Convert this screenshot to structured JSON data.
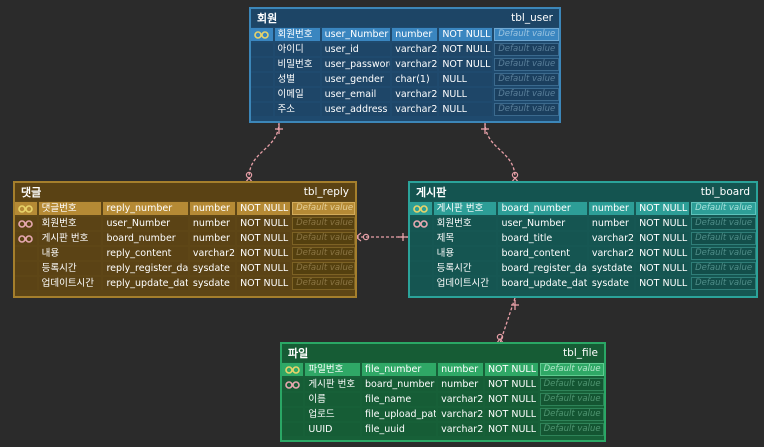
{
  "tables": {
    "user": {
      "title_ko": "회원",
      "title_en": "tbl_user",
      "columns": [
        {
          "key": "pk",
          "ko": "회원번호",
          "field": "user_Number",
          "type": "number",
          "null": "NOT NULL",
          "default": "Default value"
        },
        {
          "key": "",
          "ko": "아이디",
          "field": "user_id",
          "type": "varchar2",
          "null": "NOT NULL",
          "default": "Default value"
        },
        {
          "key": "",
          "ko": "비밀번호",
          "field": "user_password",
          "type": "varchar2",
          "null": "NOT NULL",
          "default": "Default value"
        },
        {
          "key": "",
          "ko": "성별",
          "field": "user_gender",
          "type": "char(1)",
          "null": "NULL",
          "default": "Default value"
        },
        {
          "key": "",
          "ko": "이메일",
          "field": "user_email",
          "type": "varchar2",
          "null": "NULL",
          "default": "Default value"
        },
        {
          "key": "",
          "ko": "주소",
          "field": "user_address",
          "type": "varchar2",
          "null": "NULL",
          "default": "Default value"
        }
      ]
    },
    "reply": {
      "title_ko": "댓글",
      "title_en": "tbl_reply",
      "columns": [
        {
          "key": "pk",
          "ko": "댓글번호",
          "field": "reply_number",
          "type": "number",
          "null": "NOT NULL",
          "default": "Default value"
        },
        {
          "key": "fk",
          "ko": "회원번호",
          "field": "user_Number",
          "type": "number",
          "null": "NOT NULL",
          "default": "Default value"
        },
        {
          "key": "fk",
          "ko": "게시판 번호",
          "field": "board_number",
          "type": "number",
          "null": "NOT NULL",
          "default": "Default value"
        },
        {
          "key": "",
          "ko": "내용",
          "field": "reply_content",
          "type": "varchar2",
          "null": "NOT NULL",
          "default": "Default value"
        },
        {
          "key": "",
          "ko": "등록시간",
          "field": "reply_register_date",
          "type": "sysdate",
          "null": "NOT NULL",
          "default": "Default value"
        },
        {
          "key": "",
          "ko": "업데이트시간",
          "field": "reply_update_date",
          "type": "sysdate",
          "null": "NOT NULL",
          "default": "Default value"
        }
      ]
    },
    "board": {
      "title_ko": "게시판",
      "title_en": "tbl_board",
      "columns": [
        {
          "key": "pk",
          "ko": "게시판 번호",
          "field": "board_number",
          "type": "number",
          "null": "NOT NULL",
          "default": "Default value"
        },
        {
          "key": "fk",
          "ko": "회원번호",
          "field": "user_Number",
          "type": "number",
          "null": "NOT NULL",
          "default": "Default value"
        },
        {
          "key": "",
          "ko": "제목",
          "field": "board_title",
          "type": "varchar2",
          "null": "NOT NULL",
          "default": "Default value"
        },
        {
          "key": "",
          "ko": "내용",
          "field": "board_content",
          "type": "varchar2",
          "null": "NOT NULL",
          "default": "Default value"
        },
        {
          "key": "",
          "ko": "등록시간",
          "field": "board_register_date",
          "type": "systdate",
          "null": "NOT NULL",
          "default": "Default value"
        },
        {
          "key": "",
          "ko": "업데이트시간",
          "field": "board_update_date",
          "type": "sysdate",
          "null": "NOT NULL",
          "default": "Default value"
        }
      ]
    },
    "file": {
      "title_ko": "파일",
      "title_en": "tbl_file",
      "columns": [
        {
          "key": "pk",
          "ko": "파일번호",
          "field": "file_number",
          "type": "number",
          "null": "NOT NULL",
          "default": "Default value"
        },
        {
          "key": "fk",
          "ko": "게시판 번호",
          "field": "board_number",
          "type": "number",
          "null": "NOT NULL",
          "default": "Default value"
        },
        {
          "key": "",
          "ko": "이름",
          "field": "file_name",
          "type": "varchar2",
          "null": "NOT NULL",
          "default": "Default value"
        },
        {
          "key": "",
          "ko": "업로드",
          "field": "file_upload_path",
          "type": "varchar2",
          "null": "NOT NULL",
          "default": "Default value"
        },
        {
          "key": "",
          "ko": "UUID",
          "field": "file_uuid",
          "type": "varchar2",
          "null": "NOT NULL",
          "default": "Default value"
        }
      ]
    }
  },
  "colors": {
    "relation_line": "#e8a0a8",
    "pk_key": "#e8d36a",
    "fk_key": "#e6a8b0"
  }
}
